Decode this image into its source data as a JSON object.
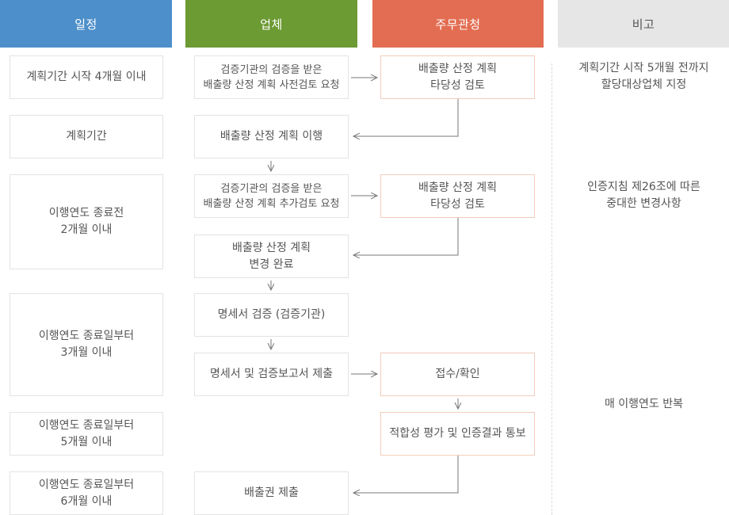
{
  "colors": {
    "schedule_header": "#4d8fca",
    "company_header": "#6c9a33",
    "authority_header": "#e36d52",
    "notes_header": "#e6e6e6",
    "arrow": "#777777",
    "authority_border": "#f3cdbc"
  },
  "headers": {
    "schedule": "일정",
    "company": "업체",
    "authority": "주무관청",
    "notes": "비고"
  },
  "schedule": [
    "계획기간 시작 4개월 이내",
    "계획기간",
    "이행연도 종료전\n2개월 이내",
    "이행연도 종료일부터\n3개월 이내",
    "이행연도 종료일부터\n5개월 이내",
    "이행연도 종료일부터\n6개월 이내"
  ],
  "company": [
    "검증기관의 검증을 받은\n배출량 산정 계획 사전검토 요청",
    "배출량 산정 계획 이행",
    "검증기관의 검증을 받은\n배출량 산정 계획 추가검토 요청",
    "배출량 산정 계획\n변경 완료",
    "명세서 검증 (검증기관)",
    "명세서 및 검증보고서 제출",
    "배출권 제출"
  ],
  "authority": [
    "배출량 산정 계획\n타당성 검토",
    "배출량 산정 계획\n타당성 검토",
    "접수/확인",
    "적합성 평가 및 인증결과 통보"
  ],
  "notes": [
    "계획기간 시작 5개월 전까지\n할당대상업체 지정",
    "인증지침 제26조에 따른\n중대한 변경사항",
    "매 이행연도 반복"
  ]
}
